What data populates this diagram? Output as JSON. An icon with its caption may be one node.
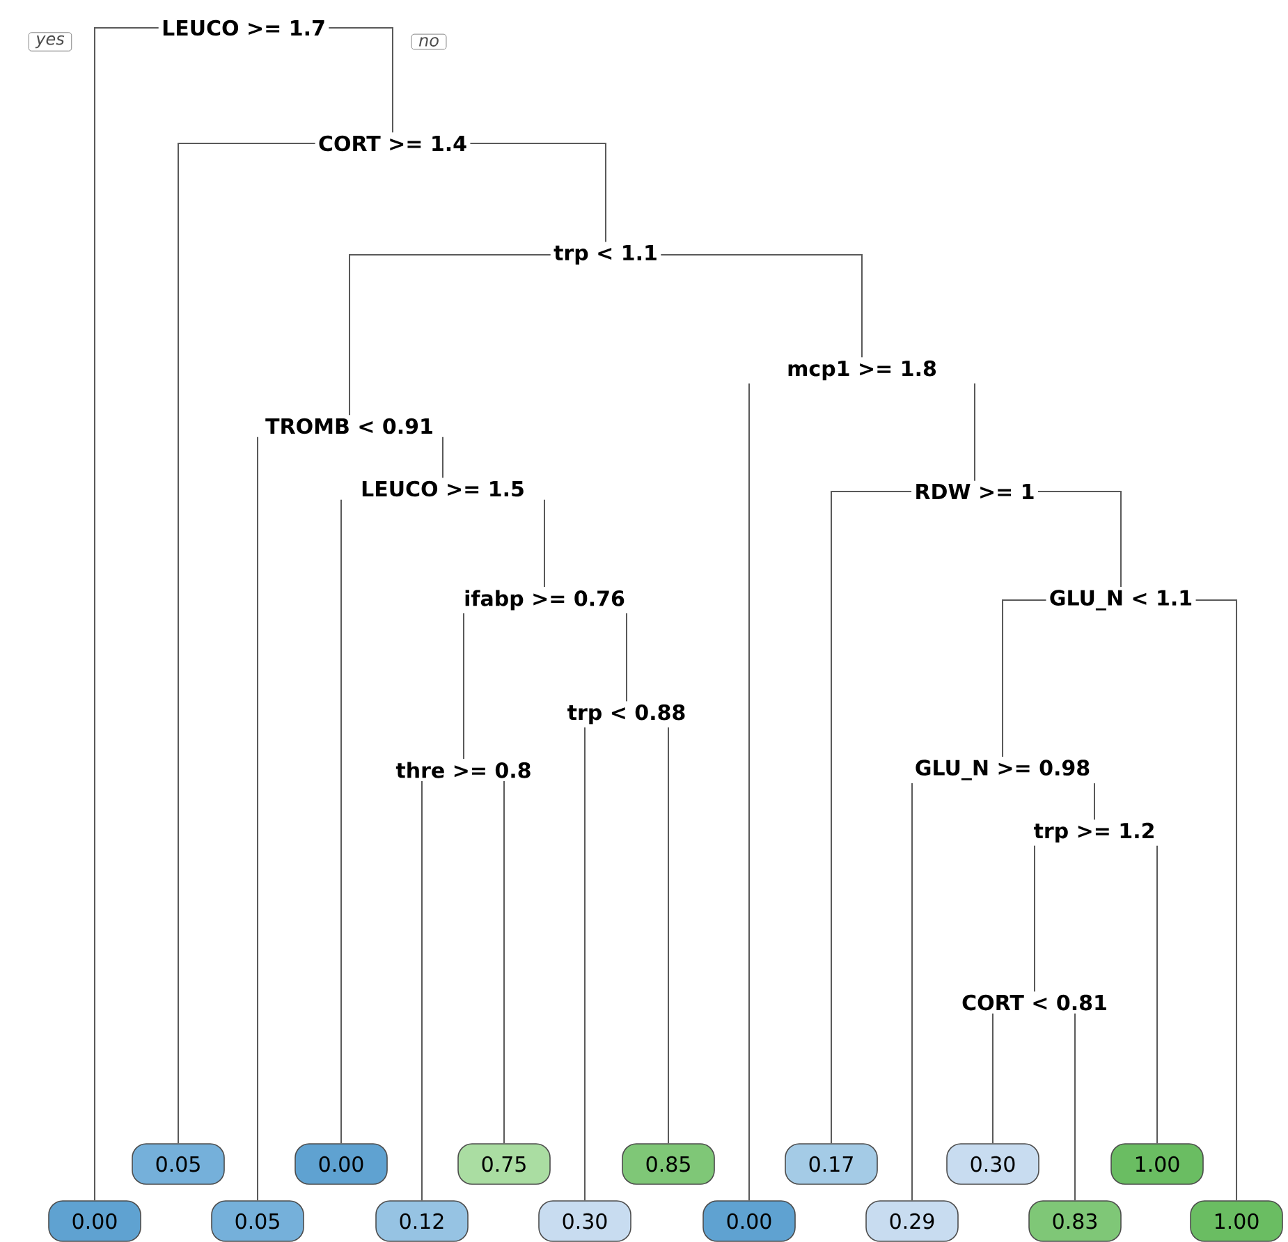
{
  "diagram": {
    "nodes": [
      {
        "text": [
          "LEUCO >= 1.7"
        ]
      },
      {
        "text": [
          "0.00"
        ]
      },
      {
        "text": [
          "CORT >= 1.4"
        ]
      },
      {
        "text": [
          "0.05"
        ]
      },
      {
        "text": [
          "trp < 1.1"
        ]
      },
      {
        "text": [
          "TROMB < 0.91"
        ]
      },
      {
        "text": [
          "0.05"
        ]
      },
      {
        "text": [
          "LEUCO >= 1.5"
        ]
      },
      {
        "text": [
          "0.00"
        ]
      },
      {
        "text": [
          "ifabp >= 0.76"
        ]
      },
      {
        "text": [
          "thre >= 0.8"
        ]
      },
      {
        "text": [
          "0.12"
        ]
      },
      {
        "text": [
          "0.75"
        ]
      },
      {
        "text": [
          "trp < 0.88"
        ]
      },
      {
        "text": [
          "0.30"
        ]
      },
      {
        "text": [
          "0.85"
        ]
      },
      {
        "text": [
          "mcp1 >= 1.8"
        ]
      },
      {
        "text": [
          "0.00"
        ]
      },
      {
        "text": [
          "RDW >= 1"
        ]
      },
      {
        "text": [
          "0.17"
        ]
      },
      {
        "text": [
          "GLU_N < 1.1"
        ]
      },
      {
        "text": [
          "GLU_N >= 0.98"
        ]
      },
      {
        "text": [
          "0.29"
        ]
      },
      {
        "text": [
          "trp >= 1.2"
        ]
      },
      {
        "text": [
          "CORT < 0.81"
        ]
      },
      {
        "text": [
          "0.30"
        ]
      },
      {
        "text": [
          "0.83"
        ]
      },
      {
        "text": [
          "1.00"
        ]
      },
      {
        "text": [
          "1.00"
        ]
      }
    ],
    "edges": [
      {
        "from": 0,
        "to": 1,
        "arrow": "none"
      },
      {
        "from": 0,
        "to": 2,
        "arrow": "none"
      },
      {
        "from": 2,
        "to": 3,
        "arrow": "none"
      },
      {
        "from": 2,
        "to": 4,
        "arrow": "none"
      },
      {
        "from": 4,
        "to": 5,
        "arrow": "none"
      },
      {
        "from": 4,
        "to": 16,
        "arrow": "none"
      },
      {
        "from": 5,
        "to": 6,
        "arrow": "none"
      },
      {
        "from": 5,
        "to": 7,
        "arrow": "none"
      },
      {
        "from": 7,
        "to": 8,
        "arrow": "none"
      },
      {
        "from": 7,
        "to": 9,
        "arrow": "none"
      },
      {
        "from": 9,
        "to": 10,
        "arrow": "none"
      },
      {
        "from": 9,
        "to": 13,
        "arrow": "none"
      },
      {
        "from": 10,
        "to": 11,
        "arrow": "none"
      },
      {
        "from": 10,
        "to": 12,
        "arrow": "none"
      },
      {
        "from": 13,
        "to": 14,
        "arrow": "none"
      },
      {
        "from": 13,
        "to": 15,
        "arrow": "none"
      },
      {
        "from": 16,
        "to": 17,
        "arrow": "none"
      },
      {
        "from": 16,
        "to": 18,
        "arrow": "none"
      },
      {
        "from": 18,
        "to": 19,
        "arrow": "none"
      },
      {
        "from": 18,
        "to": 20,
        "arrow": "none"
      },
      {
        "from": 20,
        "to": 21,
        "arrow": "none"
      },
      {
        "from": 20,
        "to": 28,
        "arrow": "none"
      },
      {
        "from": 21,
        "to": 22,
        "arrow": "none"
      },
      {
        "from": 21,
        "to": 23,
        "arrow": "none"
      },
      {
        "from": 23,
        "to": 24,
        "arrow": "none"
      },
      {
        "from": 23,
        "to": 27,
        "arrow": "none"
      },
      {
        "from": 24,
        "to": 25,
        "arrow": "none"
      },
      {
        "from": 24,
        "to": 26,
        "arrow": "none"
      }
    ],
    "labels": [
      "yes",
      "no"
    ]
  }
}
